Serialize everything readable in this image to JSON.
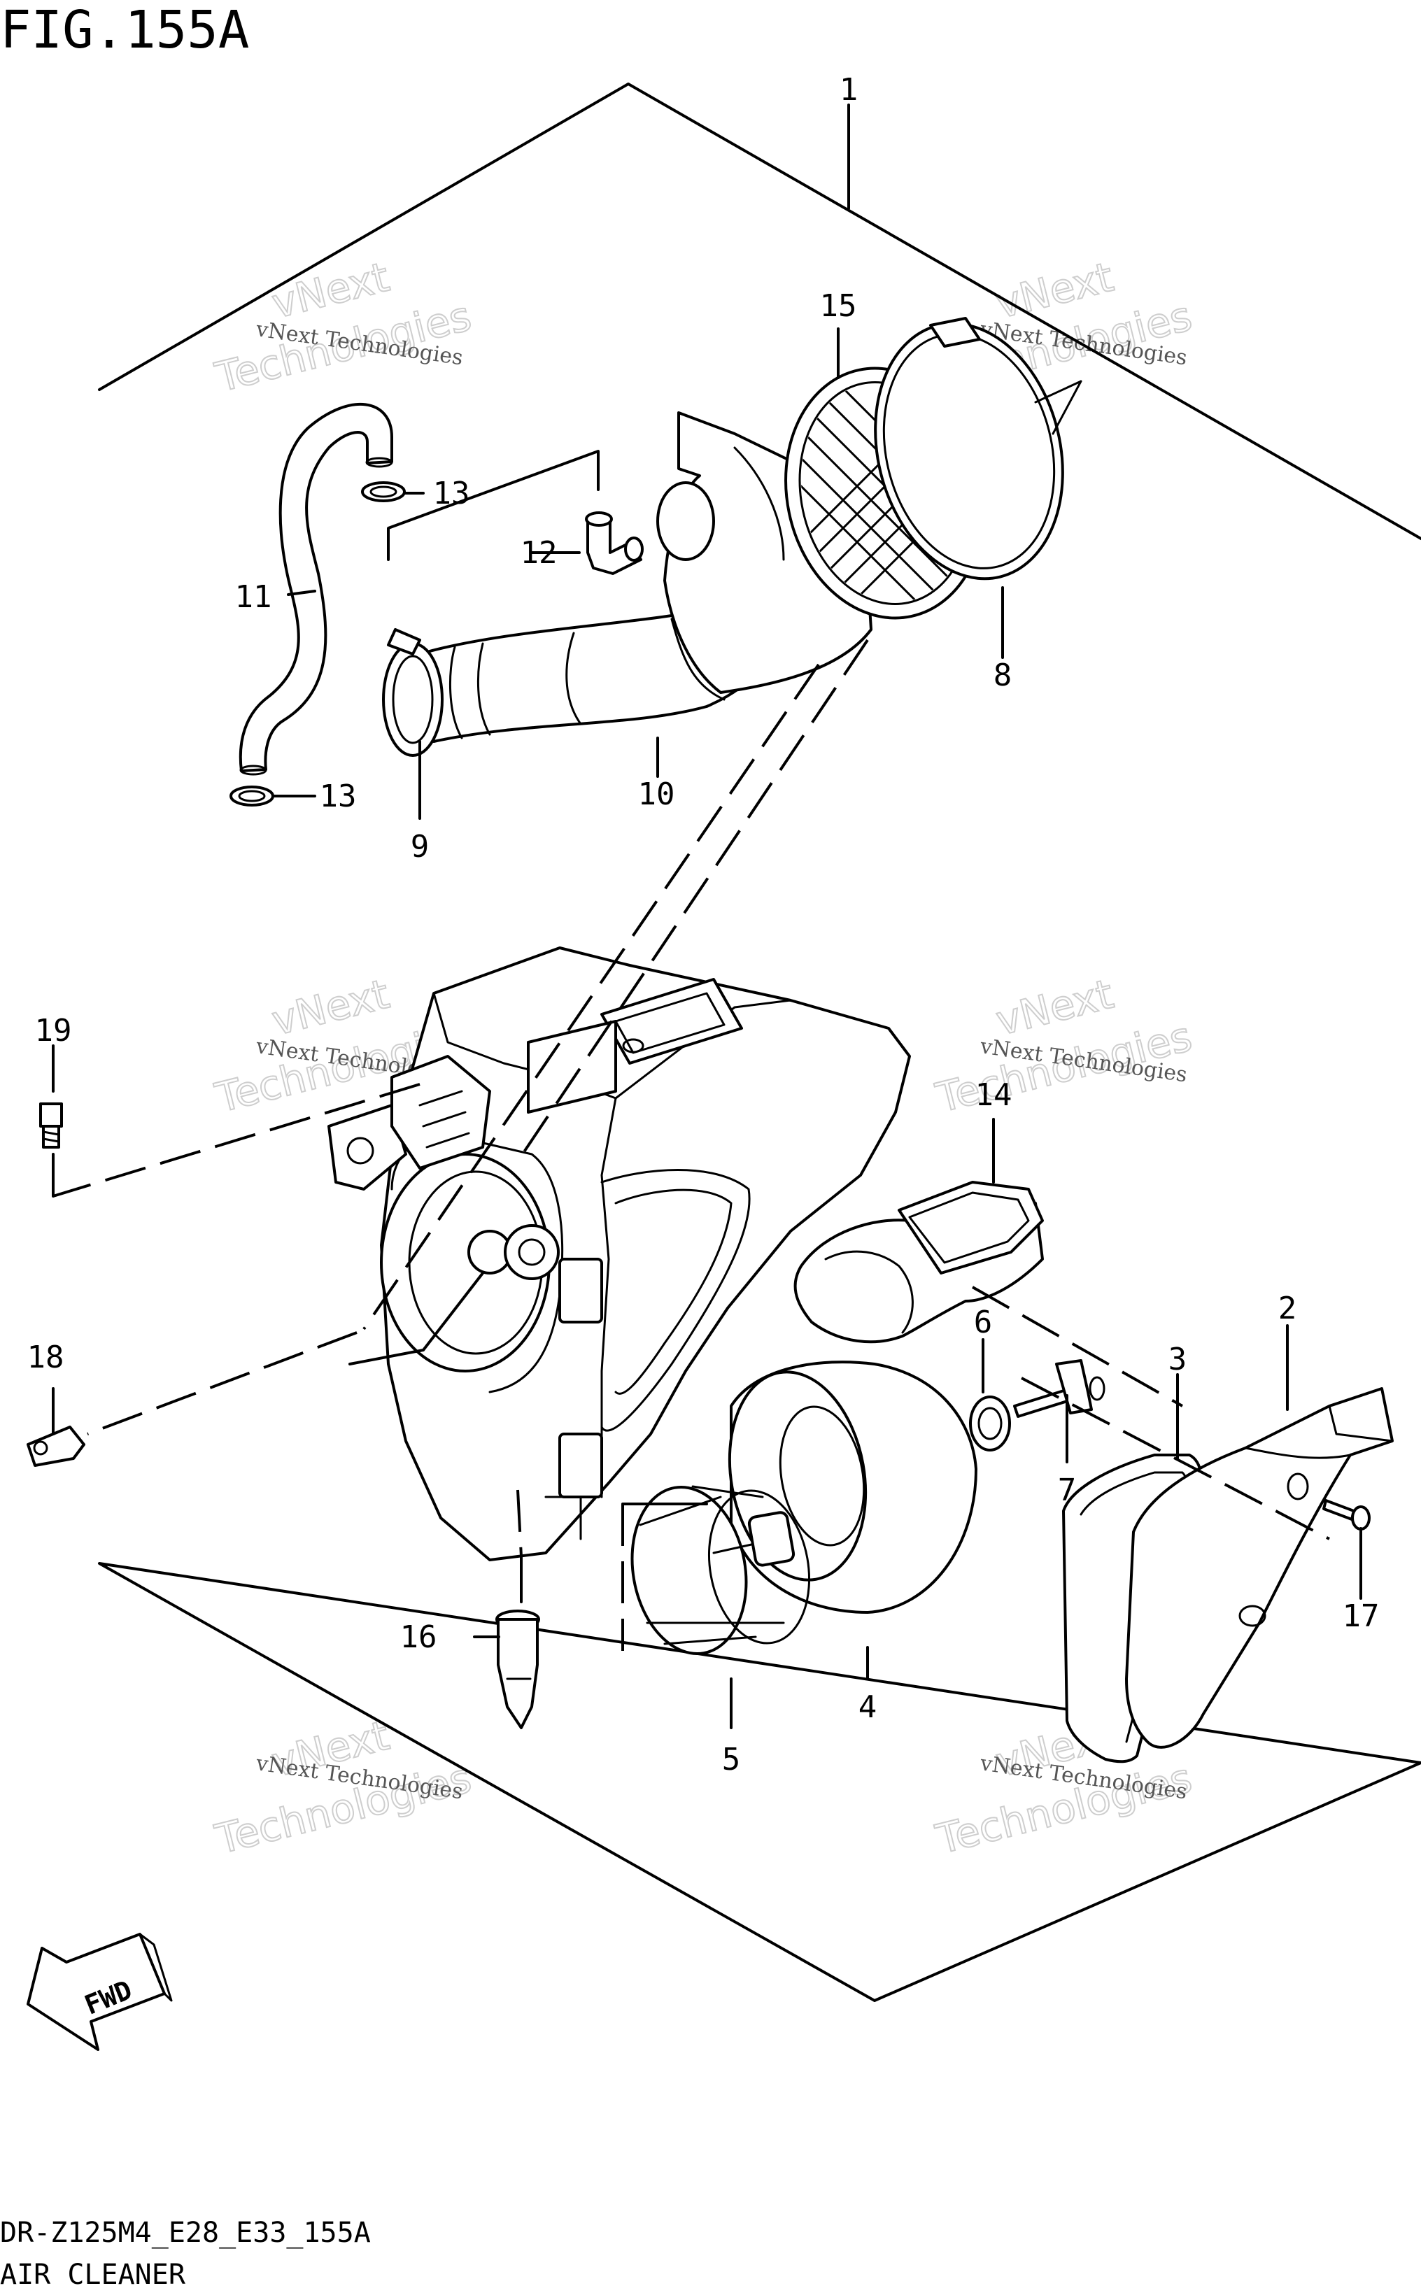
{
  "figure": {
    "title": "FIG.155A",
    "model_code": "DR-Z125M4_E28_E33_155A",
    "section_name": "AIR CLEANER"
  },
  "direction_badge": {
    "label": "FWD",
    "icon": "fwd-arrow-icon"
  },
  "callouts": [
    {
      "id": "p1",
      "label": "1"
    },
    {
      "id": "p2",
      "label": "2"
    },
    {
      "id": "p3",
      "label": "3"
    },
    {
      "id": "p4",
      "label": "4"
    },
    {
      "id": "p5",
      "label": "5"
    },
    {
      "id": "p6",
      "label": "6"
    },
    {
      "id": "p7",
      "label": "7"
    },
    {
      "id": "p8",
      "label": "8"
    },
    {
      "id": "p9",
      "label": "9"
    },
    {
      "id": "p10",
      "label": "10"
    },
    {
      "id": "p11",
      "label": "11"
    },
    {
      "id": "p12",
      "label": "12"
    },
    {
      "id": "p13a",
      "label": "13"
    },
    {
      "id": "p13b",
      "label": "13"
    },
    {
      "id": "p14",
      "label": "14"
    },
    {
      "id": "p15",
      "label": "15"
    },
    {
      "id": "p16",
      "label": "16"
    },
    {
      "id": "p17",
      "label": "17"
    },
    {
      "id": "p18",
      "label": "18"
    },
    {
      "id": "p19",
      "label": "19"
    }
  ],
  "watermark": {
    "line1": "vNext Technologies",
    "line2": "vNext",
    "line3": "Technologies"
  }
}
